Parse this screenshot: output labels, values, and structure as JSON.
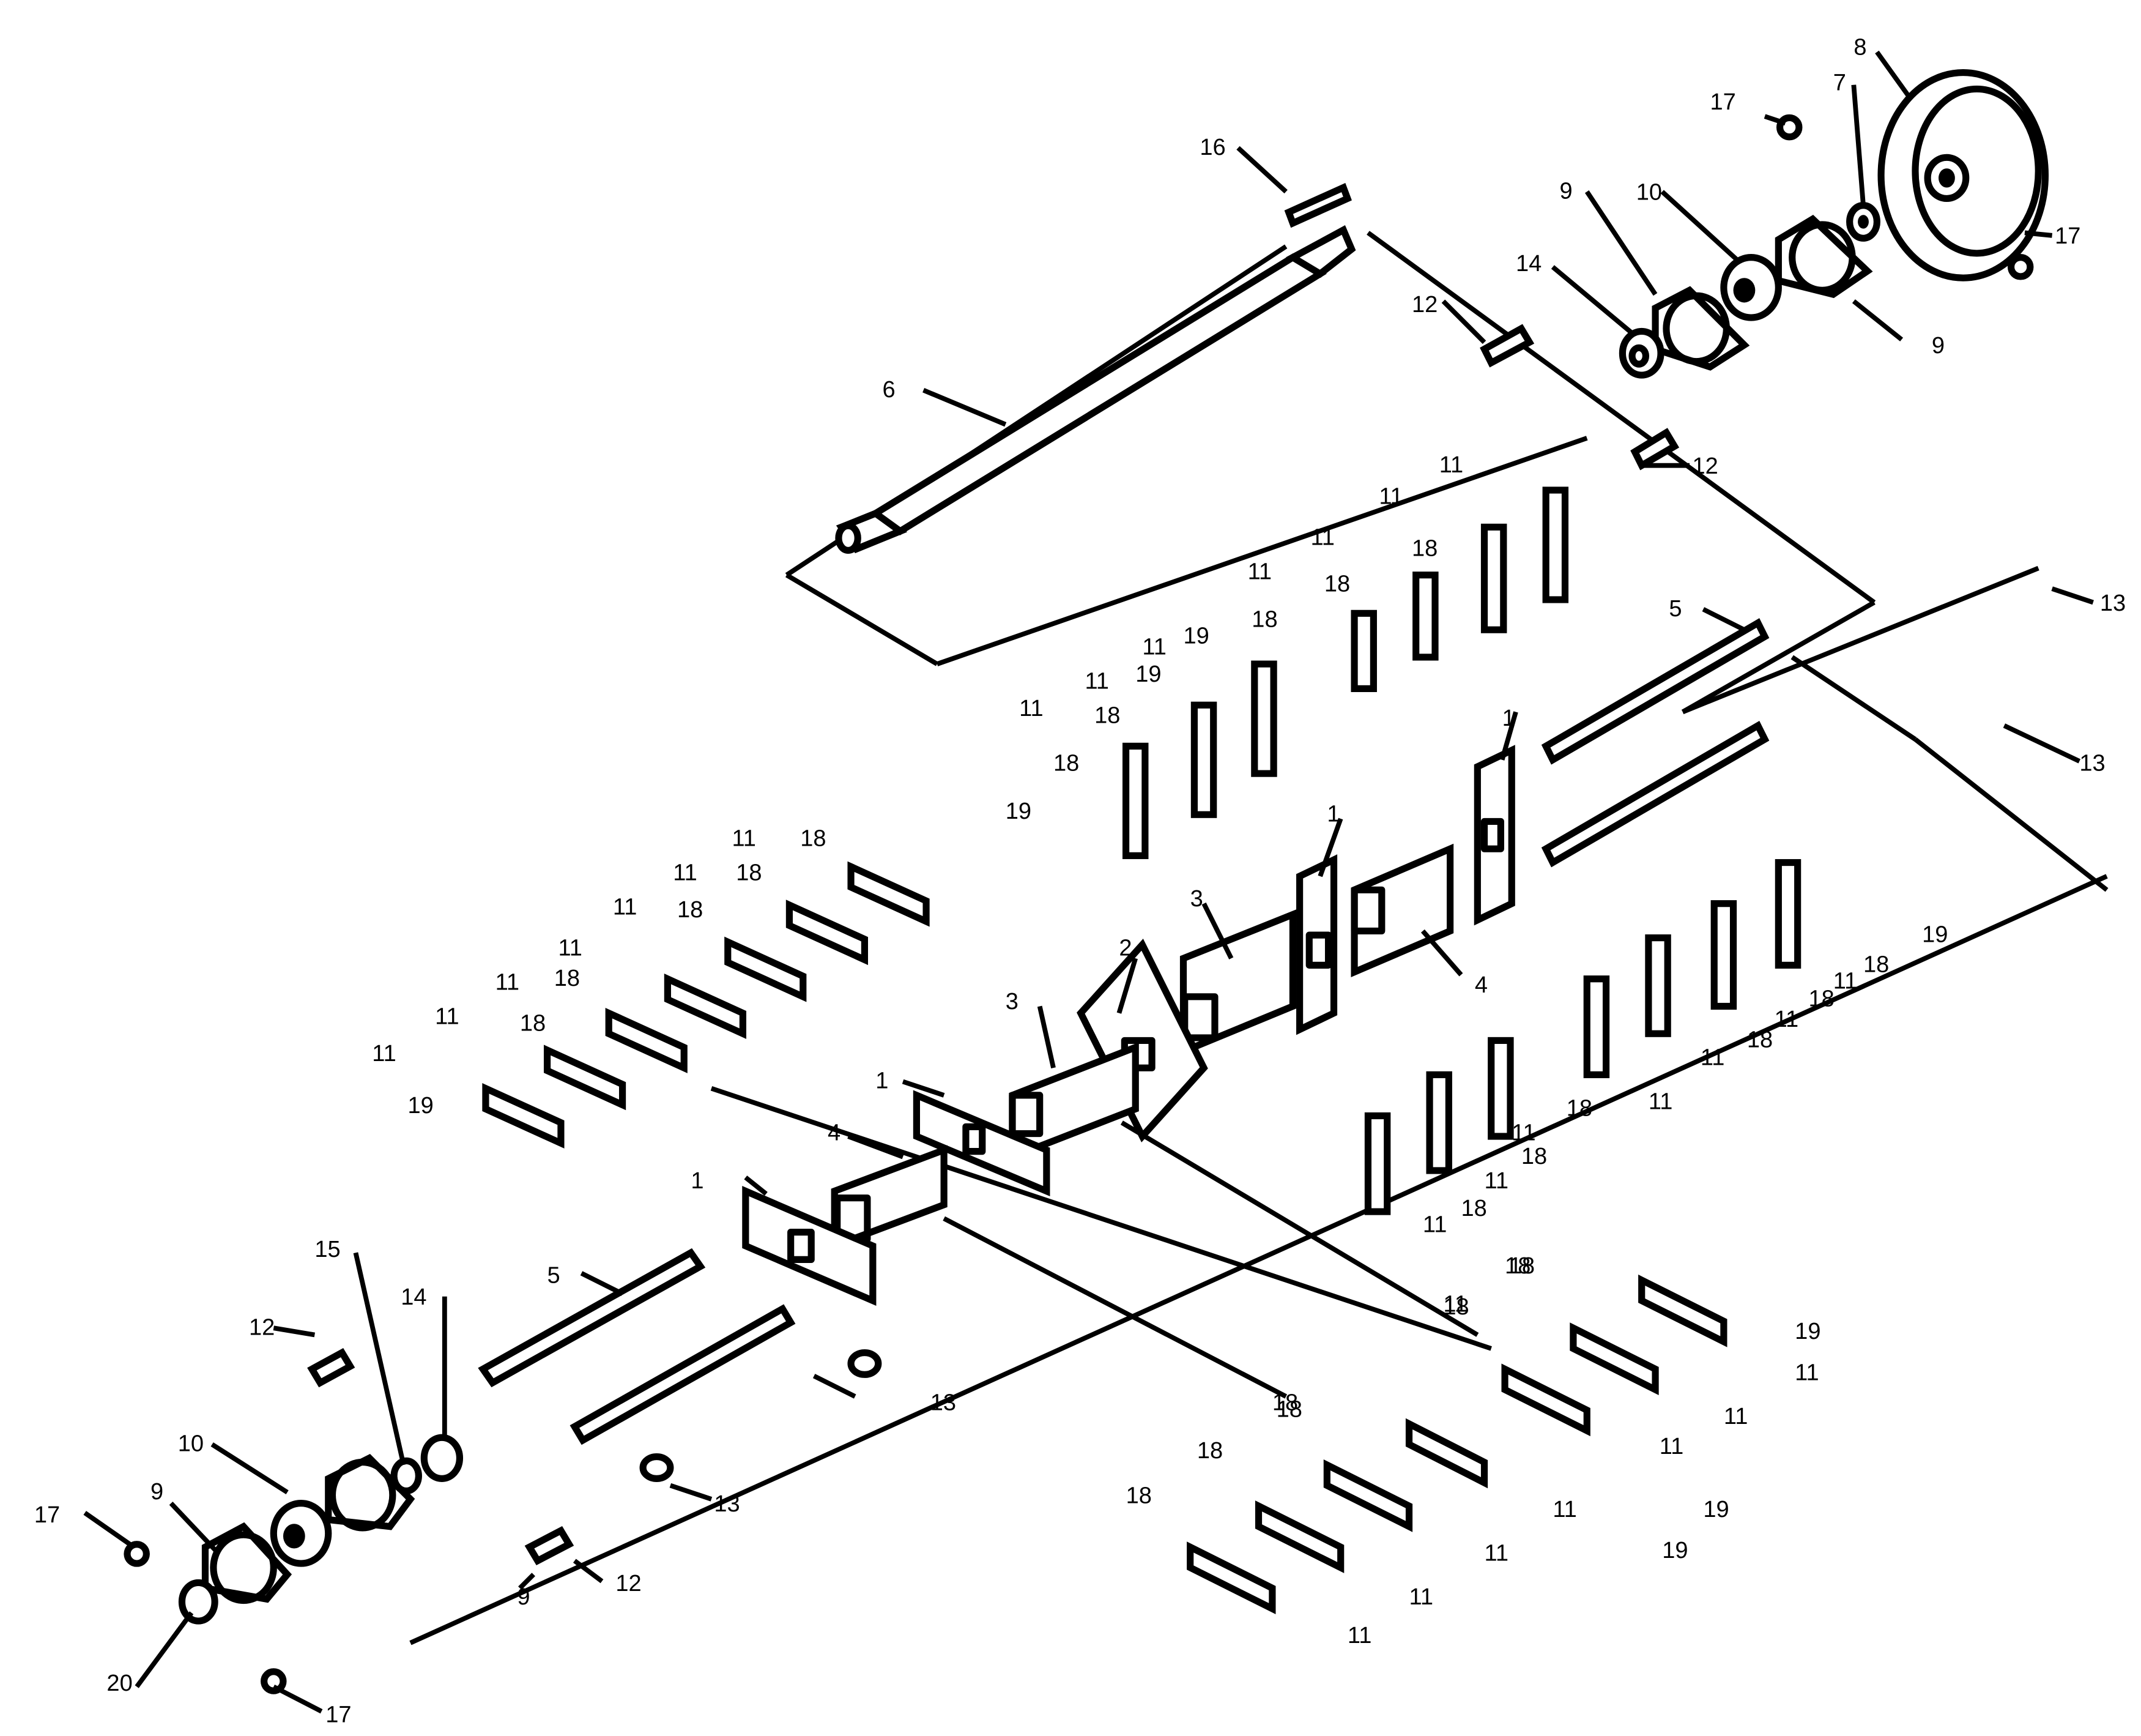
{
  "callouts": [
    {
      "id": "c1",
      "label": "1"
    },
    {
      "id": "c2",
      "label": "1"
    },
    {
      "id": "c3",
      "label": "1"
    },
    {
      "id": "c4",
      "label": "1"
    },
    {
      "id": "c5",
      "label": "2"
    },
    {
      "id": "c6",
      "label": "3"
    },
    {
      "id": "c7",
      "label": "3"
    },
    {
      "id": "c8",
      "label": "4"
    },
    {
      "id": "c9",
      "label": "4"
    },
    {
      "id": "c10",
      "label": "5"
    },
    {
      "id": "c11",
      "label": "5"
    },
    {
      "id": "c12",
      "label": "6"
    },
    {
      "id": "c13",
      "label": "7"
    },
    {
      "id": "c14",
      "label": "8"
    },
    {
      "id": "c15",
      "label": "9"
    },
    {
      "id": "c16",
      "label": "9"
    },
    {
      "id": "c17",
      "label": "9"
    },
    {
      "id": "c18",
      "label": "9"
    },
    {
      "id": "c19",
      "label": "10"
    },
    {
      "id": "c20",
      "label": "10"
    },
    {
      "id": "c21",
      "label": "12"
    },
    {
      "id": "c22",
      "label": "12"
    },
    {
      "id": "c23",
      "label": "12"
    },
    {
      "id": "c24",
      "label": "12"
    },
    {
      "id": "c25",
      "label": "13"
    },
    {
      "id": "c26",
      "label": "13"
    },
    {
      "id": "c27",
      "label": "13"
    },
    {
      "id": "c28",
      "label": "13"
    },
    {
      "id": "c29",
      "label": "14"
    },
    {
      "id": "c30",
      "label": "14"
    },
    {
      "id": "c31",
      "label": "15"
    },
    {
      "id": "c32",
      "label": "16"
    },
    {
      "id": "c33",
      "label": "17"
    },
    {
      "id": "c34",
      "label": "17"
    },
    {
      "id": "c35",
      "label": "17"
    },
    {
      "id": "c36",
      "label": "17"
    },
    {
      "id": "c37",
      "label": "20"
    },
    {
      "id": "c38",
      "label": "11"
    },
    {
      "id": "c39",
      "label": "11"
    },
    {
      "id": "c40",
      "label": "11"
    },
    {
      "id": "c41",
      "label": "11"
    },
    {
      "id": "c42",
      "label": "18"
    },
    {
      "id": "c43",
      "label": "18"
    },
    {
      "id": "c44",
      "label": "18"
    },
    {
      "id": "c45",
      "label": "19"
    },
    {
      "id": "c46",
      "label": "11"
    },
    {
      "id": "c47",
      "label": "11"
    },
    {
      "id": "c48",
      "label": "11"
    },
    {
      "id": "c49",
      "label": "11"
    },
    {
      "id": "c50",
      "label": "18"
    },
    {
      "id": "c51",
      "label": "18"
    },
    {
      "id": "c52",
      "label": "19"
    },
    {
      "id": "c53",
      "label": "19"
    },
    {
      "id": "c54",
      "label": "11"
    },
    {
      "id": "c55",
      "label": "11"
    },
    {
      "id": "c56",
      "label": "11"
    },
    {
      "id": "c57",
      "label": "11"
    },
    {
      "id": "c58",
      "label": "11"
    },
    {
      "id": "c59",
      "label": "11"
    },
    {
      "id": "c60",
      "label": "18"
    },
    {
      "id": "c61",
      "label": "18"
    },
    {
      "id": "c62",
      "label": "18"
    },
    {
      "id": "c63",
      "label": "18"
    },
    {
      "id": "c64",
      "label": "18"
    },
    {
      "id": "c65",
      "label": "19"
    },
    {
      "id": "c66",
      "label": "19"
    },
    {
      "id": "c67",
      "label": "18"
    },
    {
      "id": "c68",
      "label": "11"
    },
    {
      "id": "c69",
      "label": "18"
    },
    {
      "id": "c70",
      "label": "11"
    },
    {
      "id": "c71",
      "label": "18"
    },
    {
      "id": "c72",
      "label": "11"
    },
    {
      "id": "c73",
      "label": "11"
    },
    {
      "id": "c74",
      "label": "18"
    },
    {
      "id": "c75",
      "label": "11"
    },
    {
      "id": "c76",
      "label": "18"
    },
    {
      "id": "c77",
      "label": "11"
    },
    {
      "id": "c78",
      "label": "18"
    },
    {
      "id": "c79",
      "label": "11"
    },
    {
      "id": "c80",
      "label": "18"
    },
    {
      "id": "c81",
      "label": "11"
    },
    {
      "id": "c82",
      "label": "18"
    },
    {
      "id": "c83",
      "label": "18"
    },
    {
      "id": "c84",
      "label": "19"
    },
    {
      "id": "c85",
      "label": "11"
    },
    {
      "id": "c86",
      "label": "11"
    },
    {
      "id": "c87",
      "label": "19"
    },
    {
      "id": "c88",
      "label": "11"
    },
    {
      "id": "c89",
      "label": "19"
    },
    {
      "id": "c90",
      "label": "18"
    },
    {
      "id": "c91",
      "label": "18"
    },
    {
      "id": "c92",
      "label": "18"
    },
    {
      "id": "c93",
      "label": "18"
    },
    {
      "id": "c94",
      "label": "11"
    },
    {
      "id": "c95",
      "label": "11"
    },
    {
      "id": "c96",
      "label": "11"
    },
    {
      "id": "c97",
      "label": "11"
    }
  ]
}
